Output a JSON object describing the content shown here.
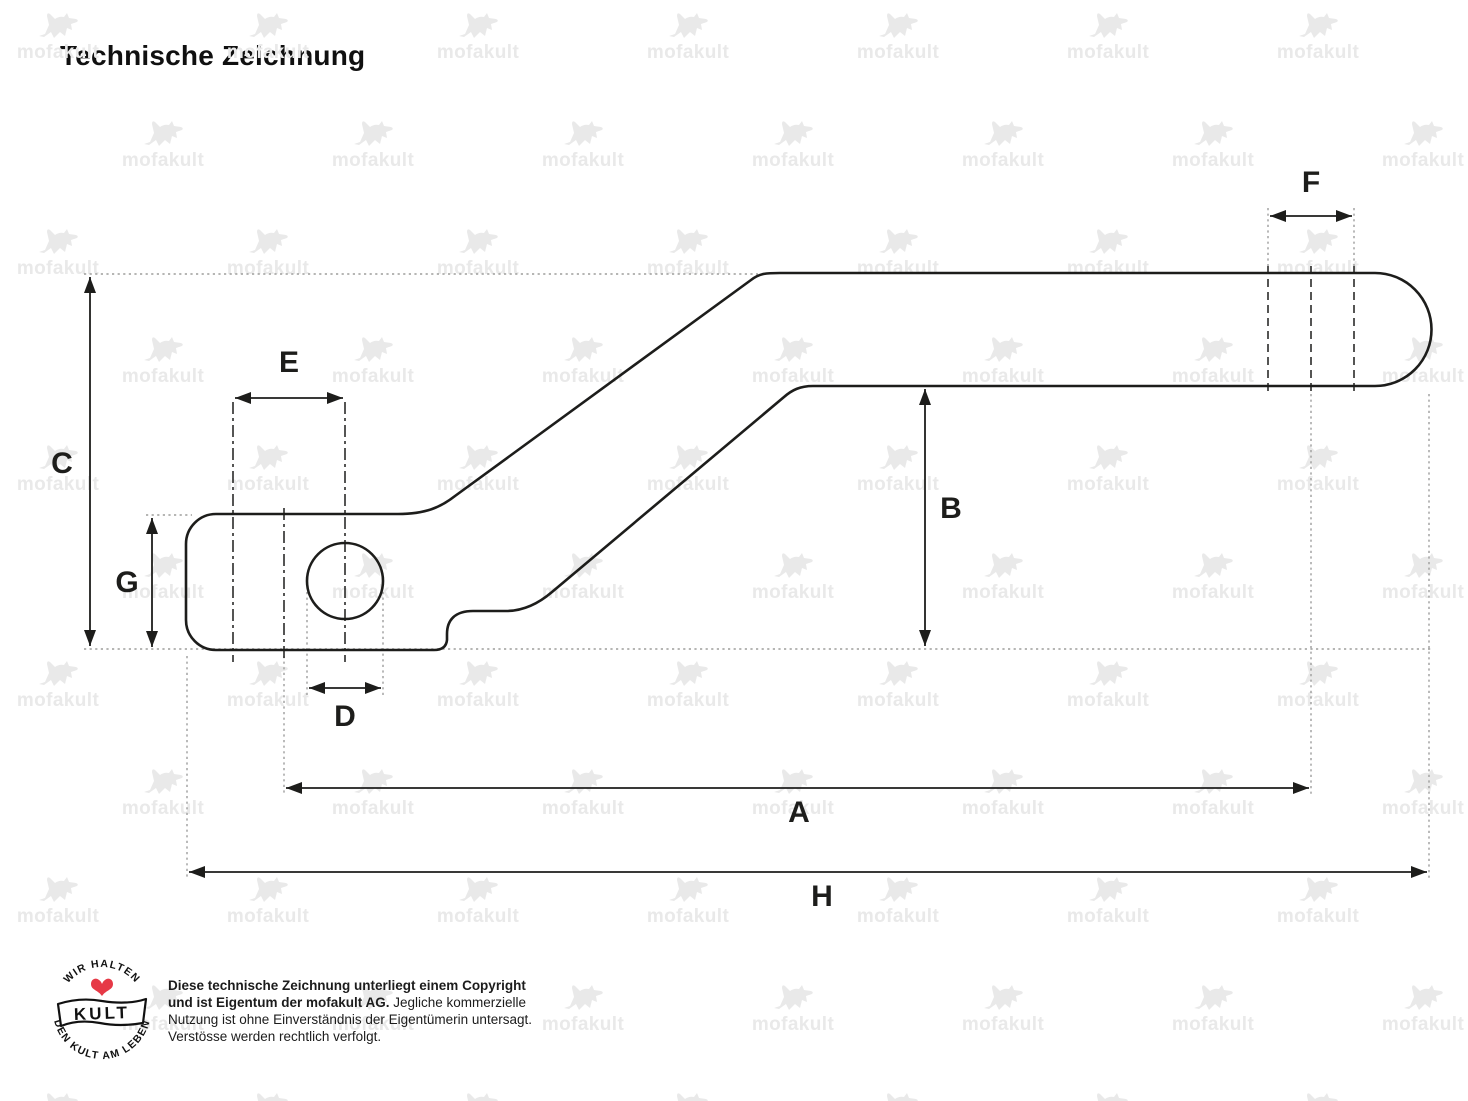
{
  "title": "Technische Zeichnung",
  "watermark": {
    "text": "mofakult"
  },
  "dims": {
    "A": "A",
    "B": "B",
    "C": "C",
    "D": "D",
    "E": "E",
    "F": "F",
    "G": "G",
    "H": "H"
  },
  "badge": {
    "arc_top": "WIR HALTEN",
    "center": "KULT",
    "arc_bottom": "DEN KULT AM LEBEN"
  },
  "copyright": {
    "line1": "Diese technische Zeichnung unterliegt einem Copyright",
    "line2_bold": "und ist Eigentum der mofakult AG.",
    "line2_rest": " Jegliche kommerzielle",
    "line3": "Nutzung ist ohne Einverständnis der Eigentümerin untersagt.",
    "line4": "Verstösse werden rechtlich verfolgt."
  },
  "colors": {
    "ink": "#1d1d1b",
    "dotted": "#9d9d9c",
    "watermark": "#e9e9e9",
    "heart": "#e63946"
  }
}
